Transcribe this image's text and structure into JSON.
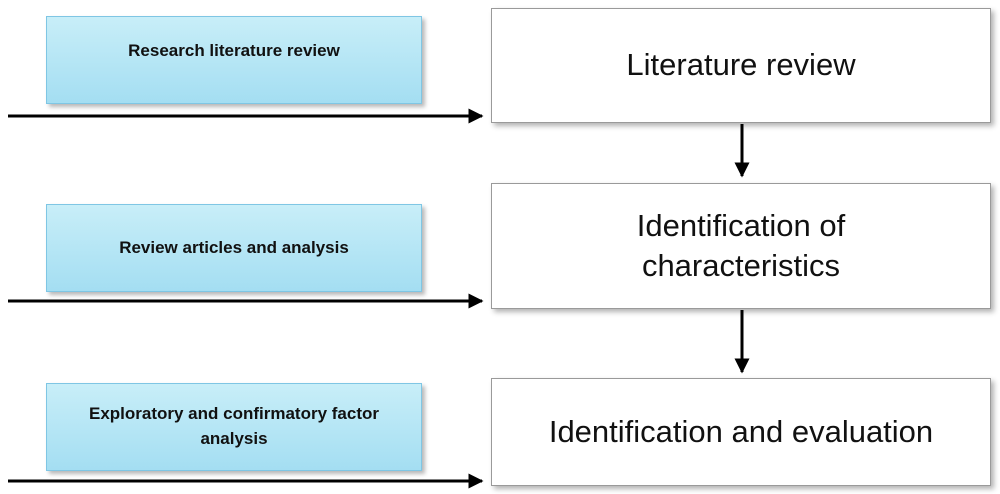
{
  "input_labels": [
    "Research literature review",
    "Review articles and analysis",
    "Exploratory and confirmatory factor analysis"
  ],
  "stages": [
    "Literature  review",
    "Identification of\ncharacteristics",
    "Identification and evaluation"
  ],
  "colors": {
    "label_fill": "#b4e4f5",
    "label_border": "#7fc6e4",
    "stage_fill": "#ffffff",
    "stage_border": "#9a9a9a",
    "arrow": "#000000"
  }
}
